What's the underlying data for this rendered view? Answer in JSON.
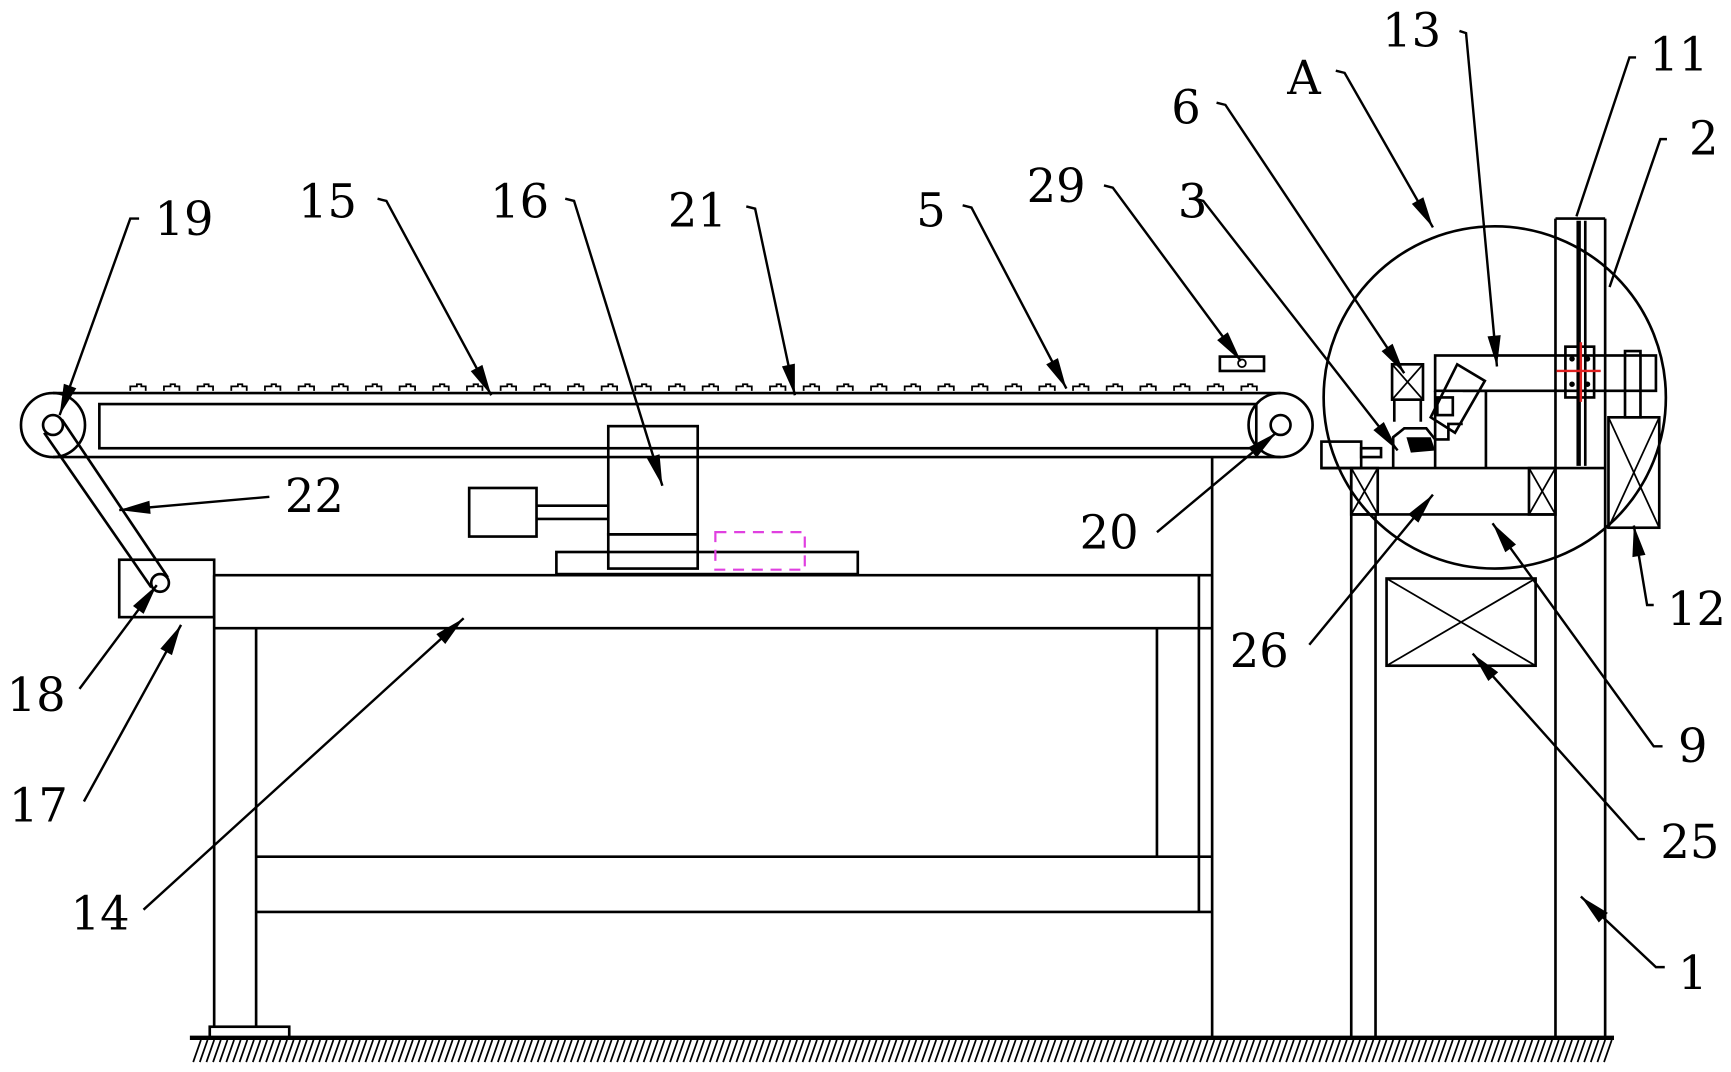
{
  "figure": {
    "type": "mechanical side-view patent drawing",
    "detail_callout": "A",
    "colors": {
      "line": "#000000",
      "highlight_dashed": "#e040e0",
      "center_mark": "#e02020",
      "background": "#ffffff"
    }
  },
  "labels": [
    {
      "id": "19",
      "text": "19",
      "part": "driving roller"
    },
    {
      "id": "15",
      "text": "15",
      "part": "conveyor belt"
    },
    {
      "id": "16",
      "text": "16",
      "part": "drive unit"
    },
    {
      "id": "21",
      "text": "21",
      "part": "belt surface"
    },
    {
      "id": "5",
      "text": "5",
      "part": "workpieces"
    },
    {
      "id": "29",
      "text": "29",
      "part": "sensor"
    },
    {
      "id": "3",
      "text": "3",
      "part": "clamp"
    },
    {
      "id": "6",
      "text": "6",
      "part": "cylinder"
    },
    {
      "id": "A",
      "text": "A",
      "part": "detail circle"
    },
    {
      "id": "13",
      "text": "13",
      "part": "arm"
    },
    {
      "id": "11",
      "text": "11",
      "part": "guide rail"
    },
    {
      "id": "2",
      "text": "2",
      "part": "column"
    },
    {
      "id": "22",
      "text": "22",
      "part": "link rod"
    },
    {
      "id": "20",
      "text": "20",
      "part": "idler roller"
    },
    {
      "id": "18",
      "text": "18",
      "part": "crank pin"
    },
    {
      "id": "17",
      "text": "17",
      "part": "motor box"
    },
    {
      "id": "14",
      "text": "14",
      "part": "frame table"
    },
    {
      "id": "26",
      "text": "26",
      "part": "platform"
    },
    {
      "id": "12",
      "text": "12",
      "part": "counterweight"
    },
    {
      "id": "9",
      "text": "9",
      "part": "base beam"
    },
    {
      "id": "25",
      "text": "25",
      "part": "control box"
    },
    {
      "id": "1",
      "text": "1",
      "part": "rack"
    }
  ]
}
